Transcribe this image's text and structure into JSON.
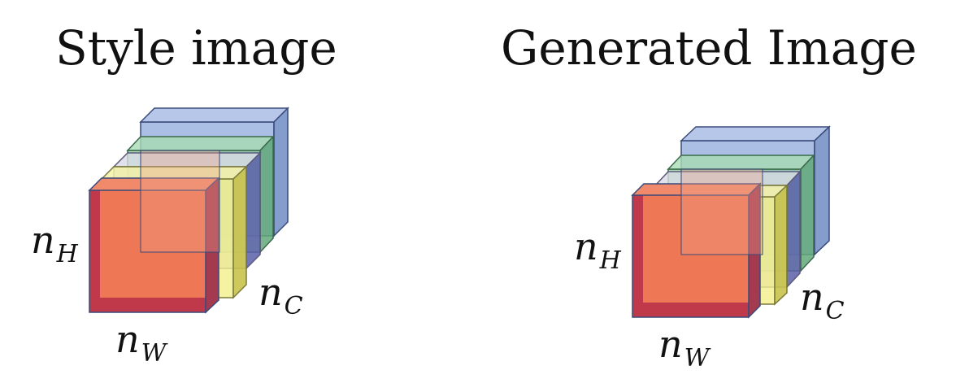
{
  "diagrams": [
    {
      "id": "style",
      "title": "Style image",
      "labels": {
        "height": {
          "base": "n",
          "sub": "H"
        },
        "width": {
          "base": "n",
          "sub": "W"
        },
        "channels": {
          "base": "n",
          "sub": "C"
        }
      }
    },
    {
      "id": "generated",
      "title": "Generated Image",
      "labels": {
        "height": {
          "base": "n",
          "sub": "H"
        },
        "width": {
          "base": "n",
          "sub": "W"
        },
        "channels": {
          "base": "n",
          "sub": "C"
        }
      }
    }
  ],
  "colors": {
    "channel_blue": "#8faadc",
    "channel_green": "#8fd19e",
    "channel_gray": "#c9c9d6",
    "channel_yellow": "#f2f08a",
    "channel_front_red": "#c0394b",
    "channel_front_orange": "#f07a55",
    "edge": "#3b4a7a"
  }
}
